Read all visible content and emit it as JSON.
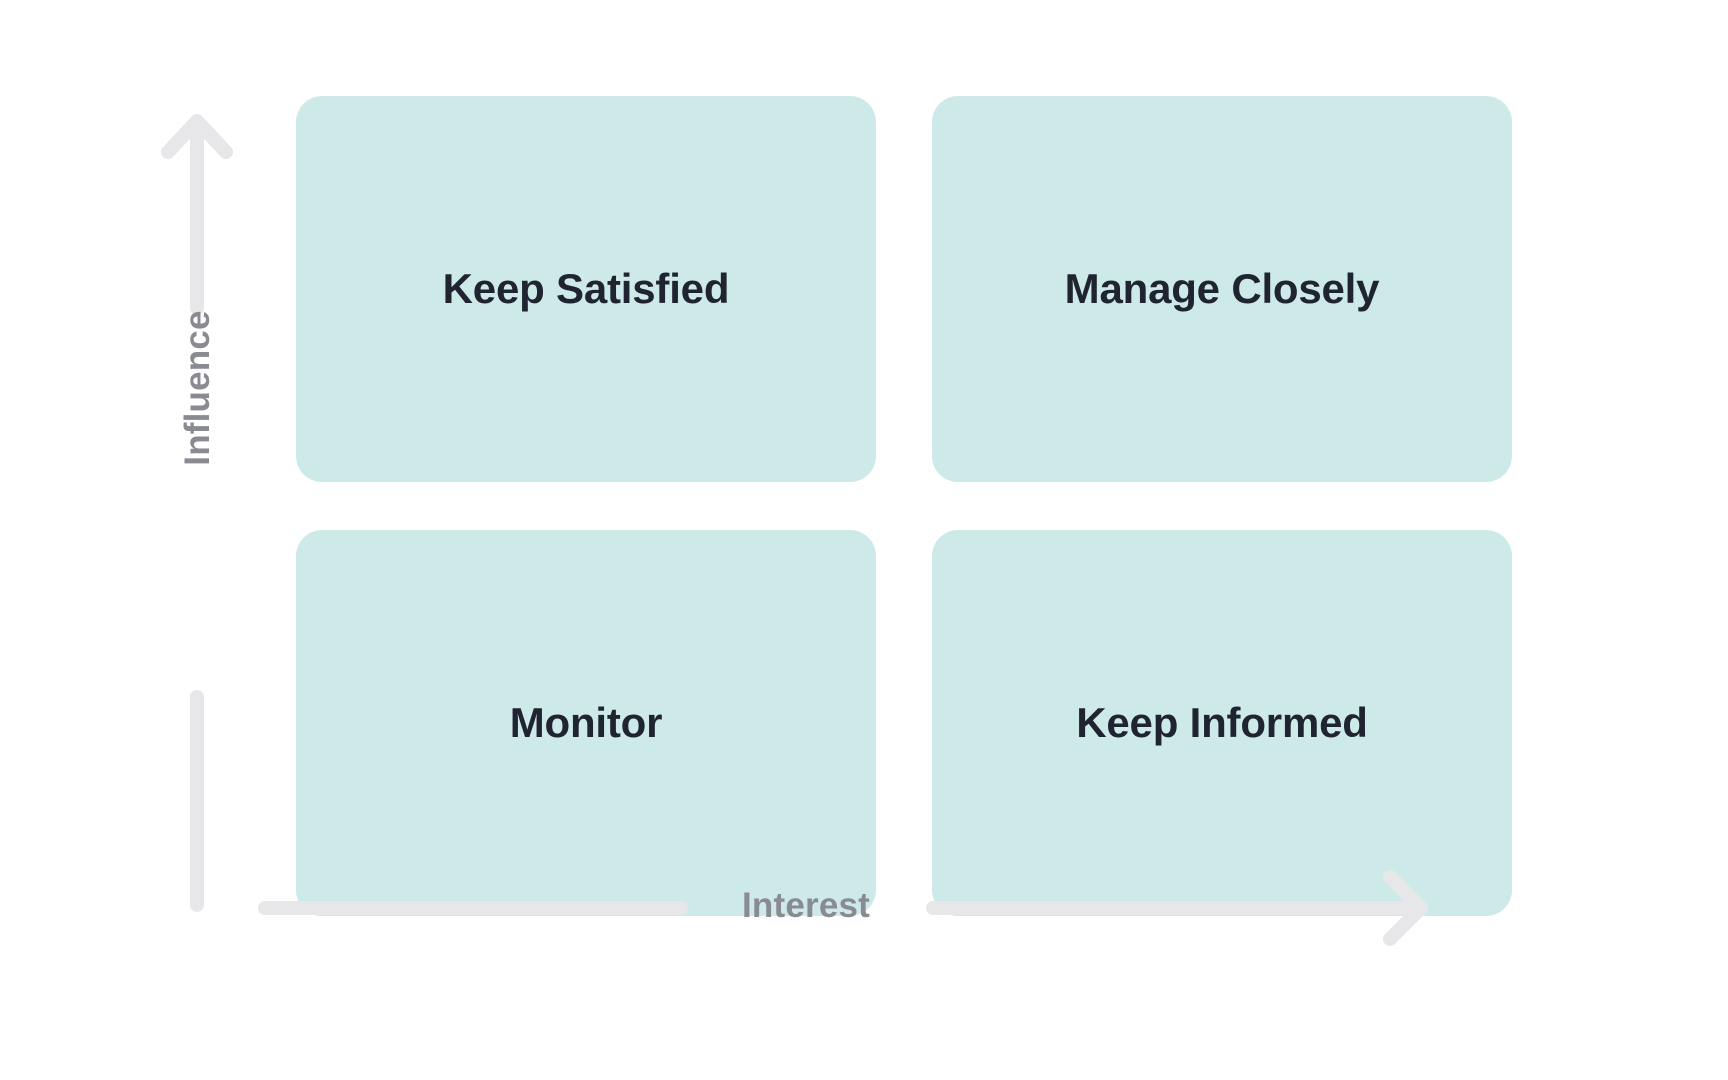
{
  "diagram": {
    "type": "stakeholder-power-interest-matrix",
    "axes": {
      "y": {
        "label": "Influence",
        "direction": "up",
        "arrow_icon": "arrow-up-icon",
        "color": "#8a8a92",
        "line_color": "#e7e7ea"
      },
      "x": {
        "label": "Interest",
        "direction": "right",
        "arrow_icon": "arrow-right-icon",
        "color": "#8a8a92",
        "line_color": "#e7e7ea"
      }
    },
    "quadrant_fill": "#cdeae8",
    "quadrant_text_color": "#1f2430",
    "background": "#ffffff",
    "quadrants": [
      {
        "id": "high-influence-low-interest",
        "label": "Keep Satisfied",
        "position": "top-left"
      },
      {
        "id": "high-influence-high-interest",
        "label": "Manage Closely",
        "position": "top-right"
      },
      {
        "id": "low-influence-low-interest",
        "label": "Monitor",
        "position": "bottom-left"
      },
      {
        "id": "low-influence-high-interest",
        "label": "Keep Informed",
        "position": "bottom-right"
      }
    ]
  }
}
